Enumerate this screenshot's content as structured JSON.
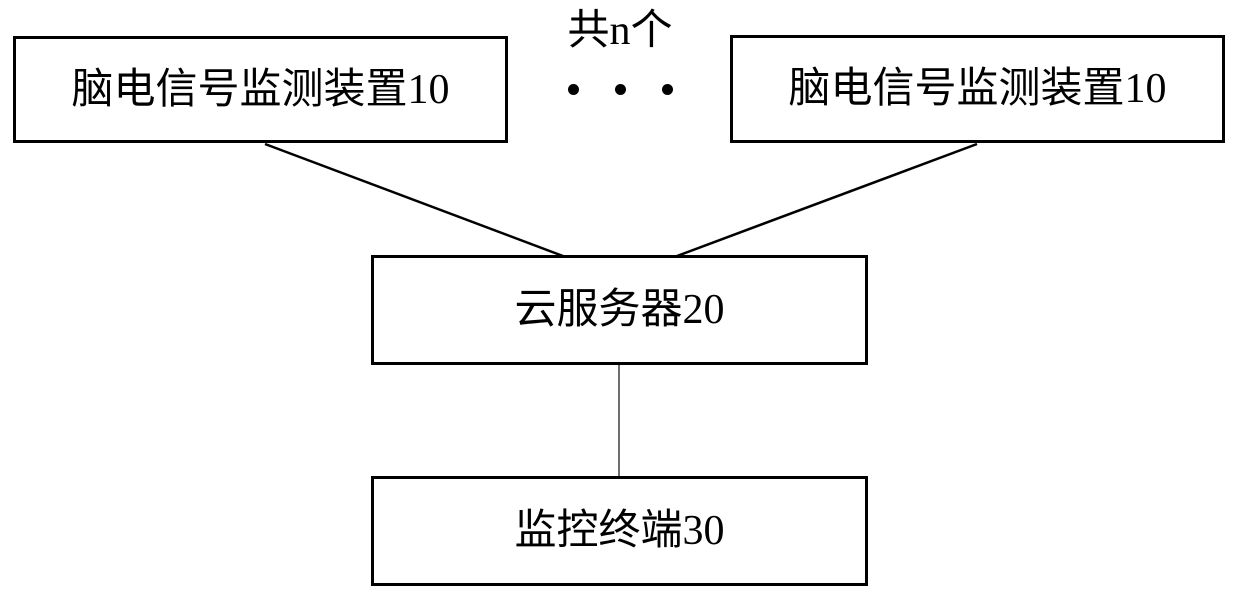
{
  "figure": {
    "annotation": {
      "label": "共n个",
      "ellipsis": "• • •"
    },
    "nodes": [
      {
        "id": "device-left",
        "label": "脑电信号监测装置10"
      },
      {
        "id": "device-right",
        "label": "脑电信号监测装置10"
      },
      {
        "id": "cloud-server",
        "label": "云服务器20"
      },
      {
        "id": "monitor-terminal",
        "label": "监控终端30"
      }
    ],
    "edges": [
      {
        "from": "device-left",
        "to": "cloud-server",
        "style": "diagonal-black"
      },
      {
        "from": "device-right",
        "to": "cloud-server",
        "style": "diagonal-black"
      },
      {
        "from": "cloud-server",
        "to": "monitor-terminal",
        "style": "vertical-gray"
      }
    ],
    "colors": {
      "background": "#ffffff",
      "box_border": "#000000",
      "text": "#000000",
      "edge_black": "#000000",
      "edge_gray": "#6e6e6e"
    }
  }
}
